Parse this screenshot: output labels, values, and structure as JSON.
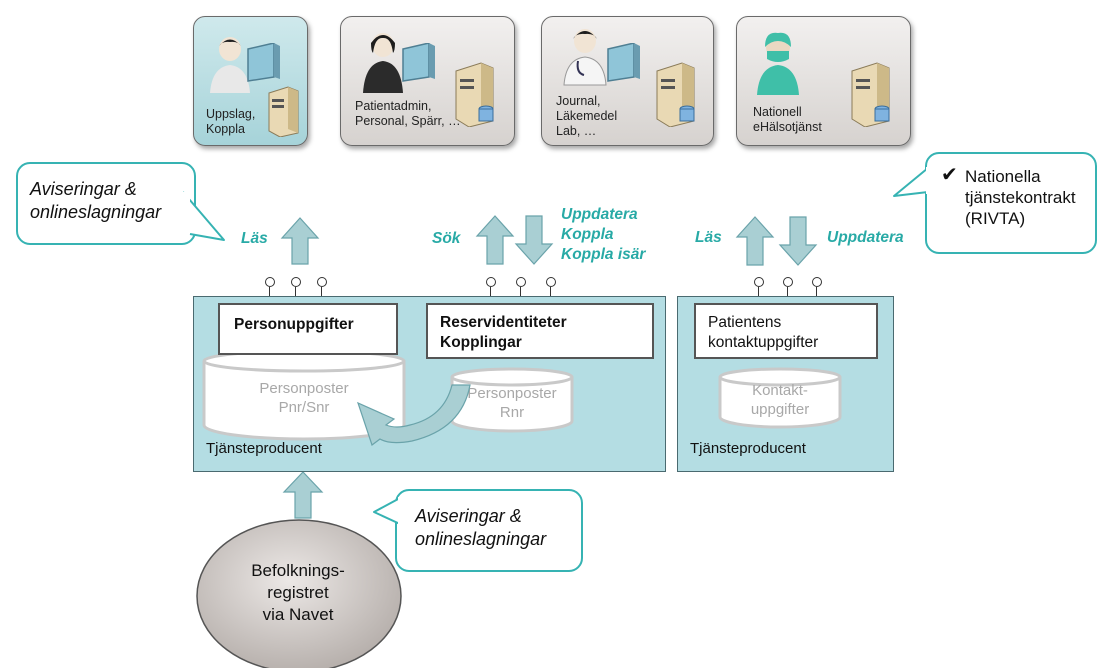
{
  "consumers": [
    {
      "label": "Uppslag,\nKoppla"
    },
    {
      "label": "Patientadmin,\nPersonal, Spärr, …"
    },
    {
      "label": "Journal,\nLäkemedel\nLab, …"
    },
    {
      "label": "Nationell\neHälsotjänst"
    }
  ],
  "callouts": {
    "left": "Aviseringar &\nonlineslagningar",
    "right_check": "✔",
    "right": "Nationella\ntjänstekontrakt\n(RIVTA)",
    "bottom": "Aviseringar &\nonlineslagningar"
  },
  "ops": {
    "las_left": "Läs",
    "sok": "Sök",
    "uppdatera_koppla": "Uppdatera\nKoppla\nKoppla isär",
    "las_right": "Läs",
    "uppdatera_right": "Uppdatera"
  },
  "producer_left": {
    "box1": "Personuppgifter",
    "box2": "Reservidentiteter\nKopplingar",
    "cyl1": "Personposter\nPnr/Snr",
    "cyl2": "Personposter\nRnr",
    "label": "Tjänsteproducent"
  },
  "producer_right": {
    "box": "Patientens\nkontaktuppgifter",
    "cyl": "Kontakt-\nuppgifter",
    "label": "Tjänsteproducent"
  },
  "source": {
    "label": "Befolknings-\nregistret\nvia Navet"
  },
  "colors": {
    "teal": "#36b3b3",
    "arrow_fill": "#a9cfd3",
    "panel": "#b4dde3",
    "op_text": "#28aaa6"
  }
}
